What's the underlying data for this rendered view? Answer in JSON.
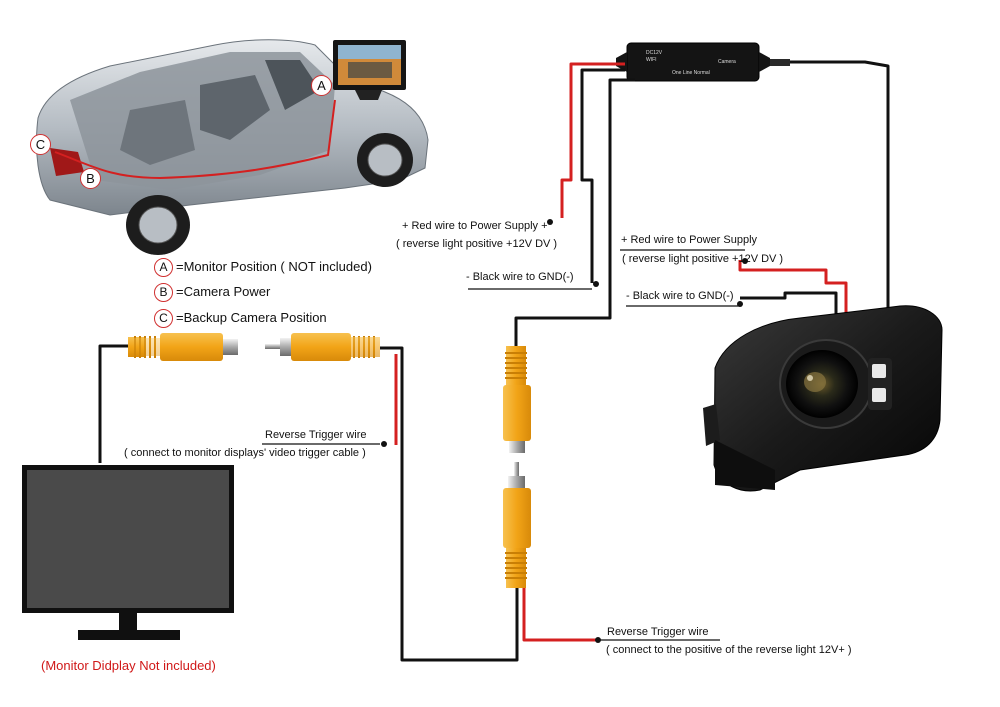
{
  "car_markers": {
    "a": "A",
    "b": "B",
    "c": "C"
  },
  "legend": [
    {
      "marker": "A",
      "text": "=Monitor Position ( NOT included)"
    },
    {
      "marker": "B",
      "text": "=Camera Power"
    },
    {
      "marker": "C",
      "text": "=Backup Camera Position"
    }
  ],
  "power_box": {
    "left_text_1": "DC12V",
    "left_text_2": "WIFI",
    "right_text": "Camera",
    "bottom_text": "One Line Normal"
  },
  "upper_labels": {
    "red_wire": "+ Red wire to Power Supply +",
    "red_wire_sub": "( reverse light positive  +12V DV )",
    "black_wire": "- Black wire to GND(-)"
  },
  "camera_labels": {
    "red_wire": "+ Red wire to Power Supply",
    "red_wire_sub": "( reverse light positive  +12V DV )",
    "black_wire": "- Black wire to GND(-)"
  },
  "trigger_left": {
    "title": "Reverse Trigger wire",
    "sub": "( connect to monitor displays' video trigger cable )"
  },
  "trigger_bottom": {
    "title": "Reverse Trigger wire",
    "sub": "( connect to the positive of the reverse light 12V+ )"
  },
  "monitor_note": "(Monitor Didplay Not included)",
  "colors": {
    "red_wire": "#d42020",
    "black_wire": "#111111",
    "rca_yellow": "#f2a417",
    "marker_red": "#d03030"
  }
}
